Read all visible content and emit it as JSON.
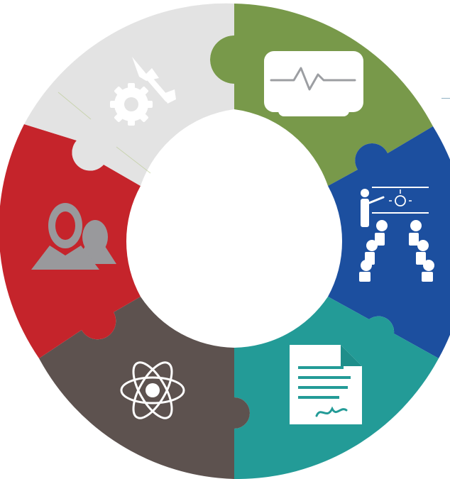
{
  "diagram": {
    "type": "circular-puzzle-cycle",
    "segments": [
      {
        "name": "monitor",
        "color": "#78994a",
        "icon": "heartbeat-monitor-icon"
      },
      {
        "name": "presentation",
        "color": "#1c4f9f",
        "icon": "presentation-audience-icon"
      },
      {
        "name": "document",
        "color": "#239b97",
        "icon": "signed-document-icon"
      },
      {
        "name": "science",
        "color": "#5d524f",
        "icon": "atom-icon"
      },
      {
        "name": "people",
        "color": "#c5242b",
        "icon": "users-icon"
      },
      {
        "name": "tools",
        "color": "#e3e3e3",
        "icon": "wrench-gear-icon"
      }
    ],
    "center_color": "#ffffff",
    "icon_light_color": "#ffffff",
    "icon_grey_color": "#99999c"
  }
}
